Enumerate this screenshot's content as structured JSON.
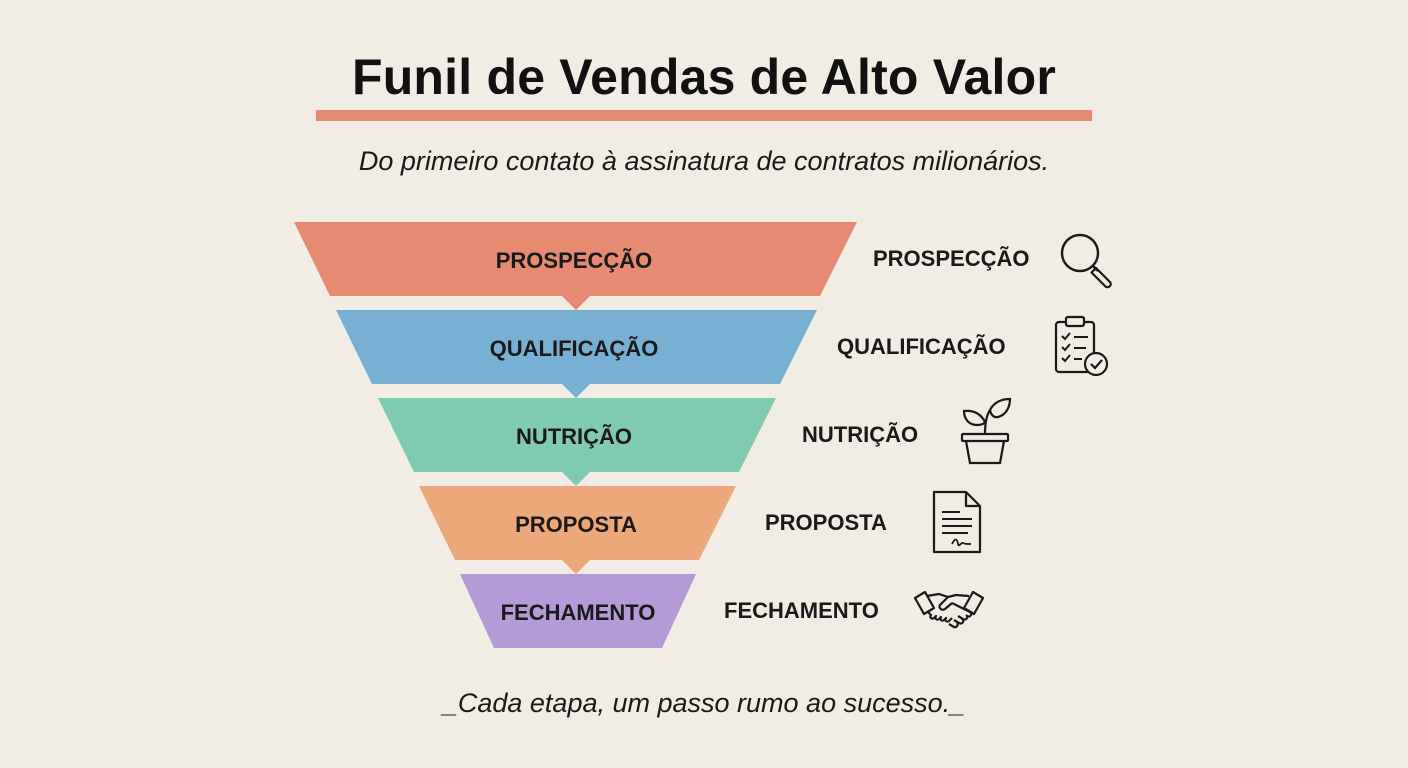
{
  "title": "Funil de Vendas de Alto Valor",
  "subtitle": "Do primeiro contato à assinatura de contratos milionários.",
  "footer": "_Cada etapa, um passo rumo ao sucesso._",
  "stages": [
    {
      "label": "PROSPECÇÃO",
      "side_label": "PROSPECÇÃO",
      "color": "#e68a72",
      "icon": "magnifier-icon"
    },
    {
      "label": "QUALIFICAÇÃO",
      "side_label": "QUALIFICAÇÃO",
      "color": "#78b0d4",
      "icon": "clipboard-check-icon"
    },
    {
      "label": "NUTRIÇÃO",
      "side_label": "NUTRIÇÃO",
      "color": "#7fcab0",
      "icon": "plant-pot-icon"
    },
    {
      "label": "PROPOSTA",
      "side_label": "PROPOSTA",
      "color": "#eca87a",
      "icon": "document-icon"
    },
    {
      "label": "FECHAMENTO",
      "side_label": "FECHAMENTO",
      "color": "#b49ad6",
      "icon": "handshake-icon"
    }
  ],
  "colors": {
    "background": "#f1ece4",
    "accent": "#e78a72"
  }
}
